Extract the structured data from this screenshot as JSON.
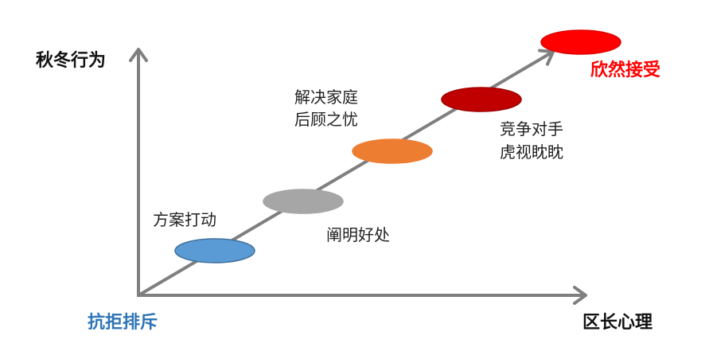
{
  "axes": {
    "y_title": "秋冬行为",
    "x_title": "区长心理",
    "origin_label": "抗拒排斥",
    "end_label": "欣然接受"
  },
  "stages": [
    {
      "label_lines": [
        "方案打动"
      ],
      "color": "#5B9BD5"
    },
    {
      "label_lines": [
        "阐明好处"
      ],
      "color": "#A6A6A6"
    },
    {
      "label_lines": [
        "解决家庭",
        "后顾之忧"
      ],
      "color": "#ED7D31"
    },
    {
      "label_lines": [
        "竞争对手",
        "虎视眈眈"
      ],
      "color": "#C00000"
    },
    {
      "label_lines": [],
      "color": "#FF0000"
    }
  ],
  "colors": {
    "axis": "#7F7F7F",
    "origin_label": "#2E75B6",
    "end_label": "#FF0000"
  }
}
